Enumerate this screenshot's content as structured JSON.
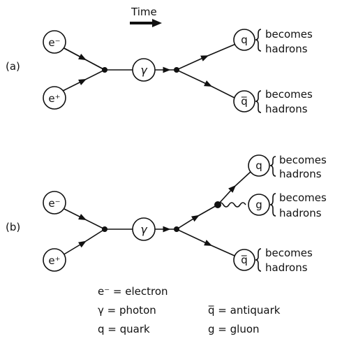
{
  "time_label": "Time",
  "panel_a": {
    "label": "(a)",
    "inputs": [
      "e⁻",
      "e⁺"
    ],
    "mediator": "γ",
    "outputs": [
      "q",
      "q̅"
    ],
    "output_note_line1": "becomes",
    "output_note_line2": "hadrons"
  },
  "panel_b": {
    "label": "(b)",
    "inputs": [
      "e⁻",
      "e⁺"
    ],
    "mediator": "γ",
    "outputs": [
      "q",
      "g",
      "q̅"
    ],
    "output_note_line1": "becomes",
    "output_note_line2": "hadrons"
  },
  "legend": {
    "electron": "e⁻ = electron",
    "photon": "γ = photon",
    "quark": "q = quark",
    "antiquark": "q̅ = antiquark",
    "gluon": "g = gluon"
  },
  "colors": {
    "ink": "#111111",
    "background": "#ffffff"
  }
}
